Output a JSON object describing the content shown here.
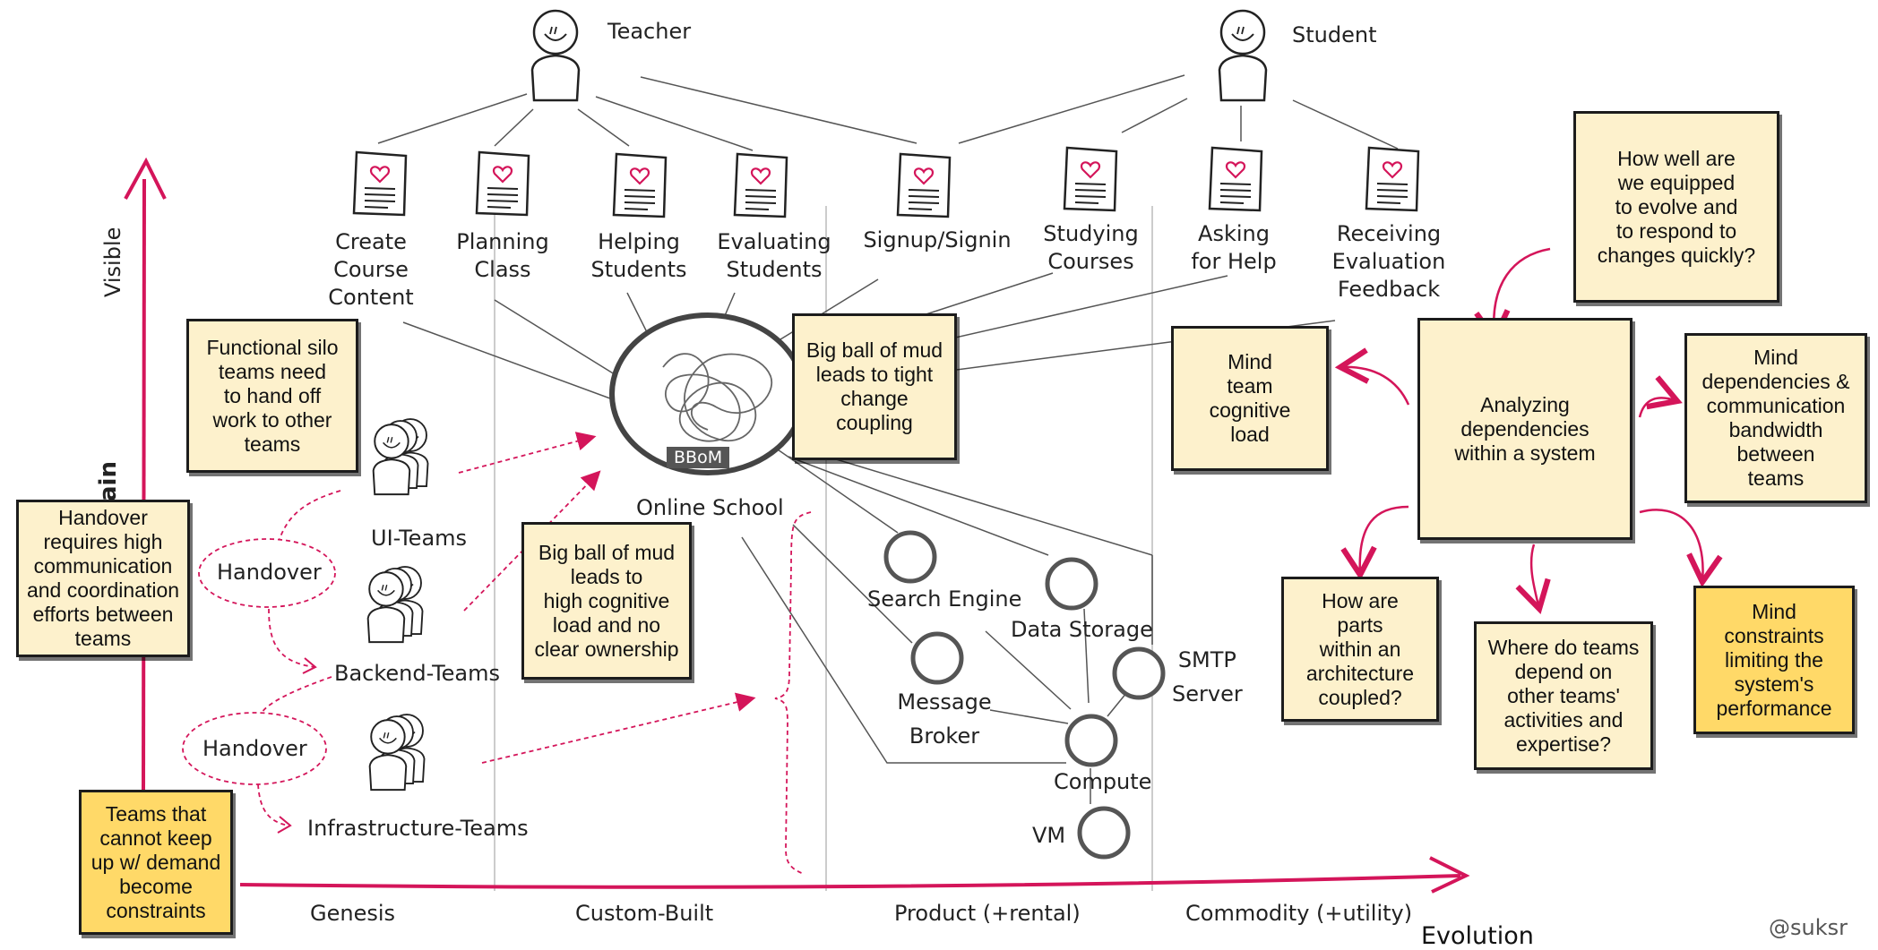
{
  "actors": {
    "teacher": "Teacher",
    "student": "Student"
  },
  "capabilities": [
    "Create\nCourse\nContent",
    "Planning\nClass",
    "Helping\nStudents",
    "Evaluating\nStudents",
    "Signup/Signin",
    "Studying\nCourses",
    "Asking\nfor Help",
    "Receiving\nEvaluation\nFeedback"
  ],
  "system": {
    "name": "Online School",
    "badge": "BBoM"
  },
  "components": {
    "search_engine": "Search Engine",
    "data_storage": "Data Storage",
    "smtp_server": "SMTP\nServer",
    "message_broker": "Message\nBroker",
    "compute": "Compute",
    "vm": "VM"
  },
  "teams": {
    "ui": "UI-Teams",
    "backend": "Backend-Teams",
    "infra": "Infrastructure-Teams"
  },
  "handovers": [
    "Handover",
    "Handover"
  ],
  "axes": {
    "y_label": "Visible",
    "y_label_partial": "ain",
    "x_title": "Evolution",
    "stages": [
      "Genesis",
      "Custom-Built",
      "Product (+rental)",
      "Commodity (+utility)"
    ]
  },
  "notes": {
    "functional_silo": "Functional silo\nteams need\nto hand off\nwork to other\nteams",
    "handover_comm": "Handover\nrequires high\ncommunication\nand coordination\nefforts between\nteams",
    "teams_constraints": "Teams that\ncannot keep\nup w/ demand\nbecome\nconstraints",
    "bbom_coupling": "Big ball of mud\nleads to tight\nchange\ncoupling",
    "bbom_cognitive": "Big ball of mud\nleads to\nhigh cognitive\nload and no\nclear ownership",
    "mind_cognitive": "Mind\nteam\ncognitive\nload",
    "how_well": "How well are\nwe equipped\nto evolve and\nto respond to\nchanges quickly?",
    "analyzing": "Analyzing\ndependencies\nwithin a system",
    "mind_dependencies": "Mind\ndependencies &\ncommunication\nbandwidth\nbetween\nteams",
    "how_coupled": "How are\nparts\nwithin an\narchitecture\ncoupled?",
    "where_depend": "Where do teams\ndepend on\nother teams'\nactivities and\nexpertise?",
    "mind_constraints": "Mind\nconstraints\nlimiting the\nsystem's\nperformance"
  },
  "author": "@suksr",
  "colors": {
    "accent": "#d4155a",
    "note": "#fdf1cc",
    "note_highlight": "#ffd968",
    "line": "#444444"
  }
}
